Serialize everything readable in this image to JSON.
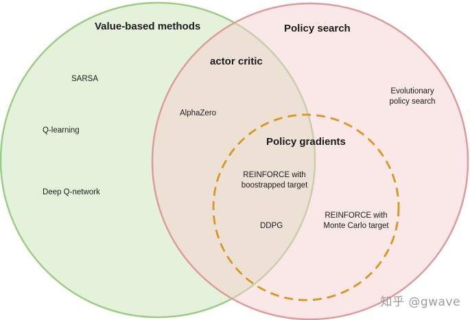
{
  "sets": {
    "value_based": {
      "label": "Value-based methods"
    },
    "policy_search": {
      "label": "Policy search"
    },
    "actor_critic": {
      "label": "actor critic"
    },
    "policy_gradients": {
      "label": "Policy gradients"
    }
  },
  "items": {
    "sarsa": "SARSA",
    "q_learning": "Q-learning",
    "dqn": "Deep Q-network",
    "alphazero": "AlphaZero",
    "evolutionary": "Evolutionary\npolicy search",
    "reinforce_boot": "REINFORCE with\nboostrapped target",
    "ddpg": "DDPG",
    "reinforce_mc": "REINFORCE with\nMonte Carlo target"
  },
  "watermark": "知乎 @gwave",
  "colors": {
    "value_fill": "#c9e3b8",
    "value_stroke": "#9ccc84",
    "policy_fill": "#f6cfcf",
    "policy_stroke": "#dc9a9a",
    "gradient_stroke": "#d9961c"
  }
}
